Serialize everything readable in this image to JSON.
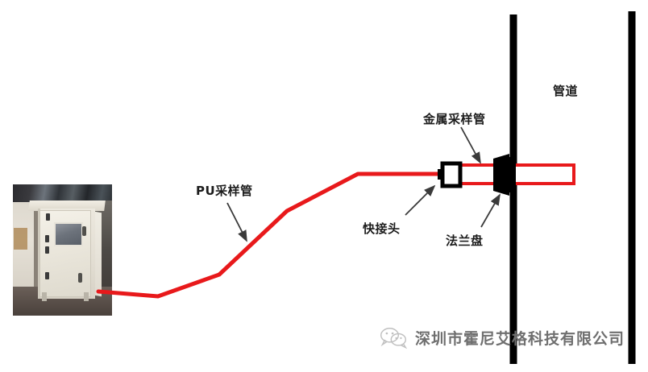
{
  "diagram": {
    "title": "PU sampling tube to pipeline connection diagram",
    "background_color": "#ffffff",
    "tube_color": "#e8191b",
    "pipeline_color": "#000000",
    "label_color": "#1c1c1c"
  },
  "labels": {
    "pu_tube": "PU采样管",
    "quick_connector": "快接头",
    "flange": "法兰盘",
    "metal_tube": "金属采样管",
    "pipeline": "管道"
  },
  "components": {
    "cabinet": "analyzer-cabinet-photo",
    "connector_icon": "quick-connector-block",
    "flange_icon": "flange-block"
  },
  "watermark": {
    "logo": "wechat-logo",
    "text": "深圳市霍尼艾格科技有限公司"
  }
}
